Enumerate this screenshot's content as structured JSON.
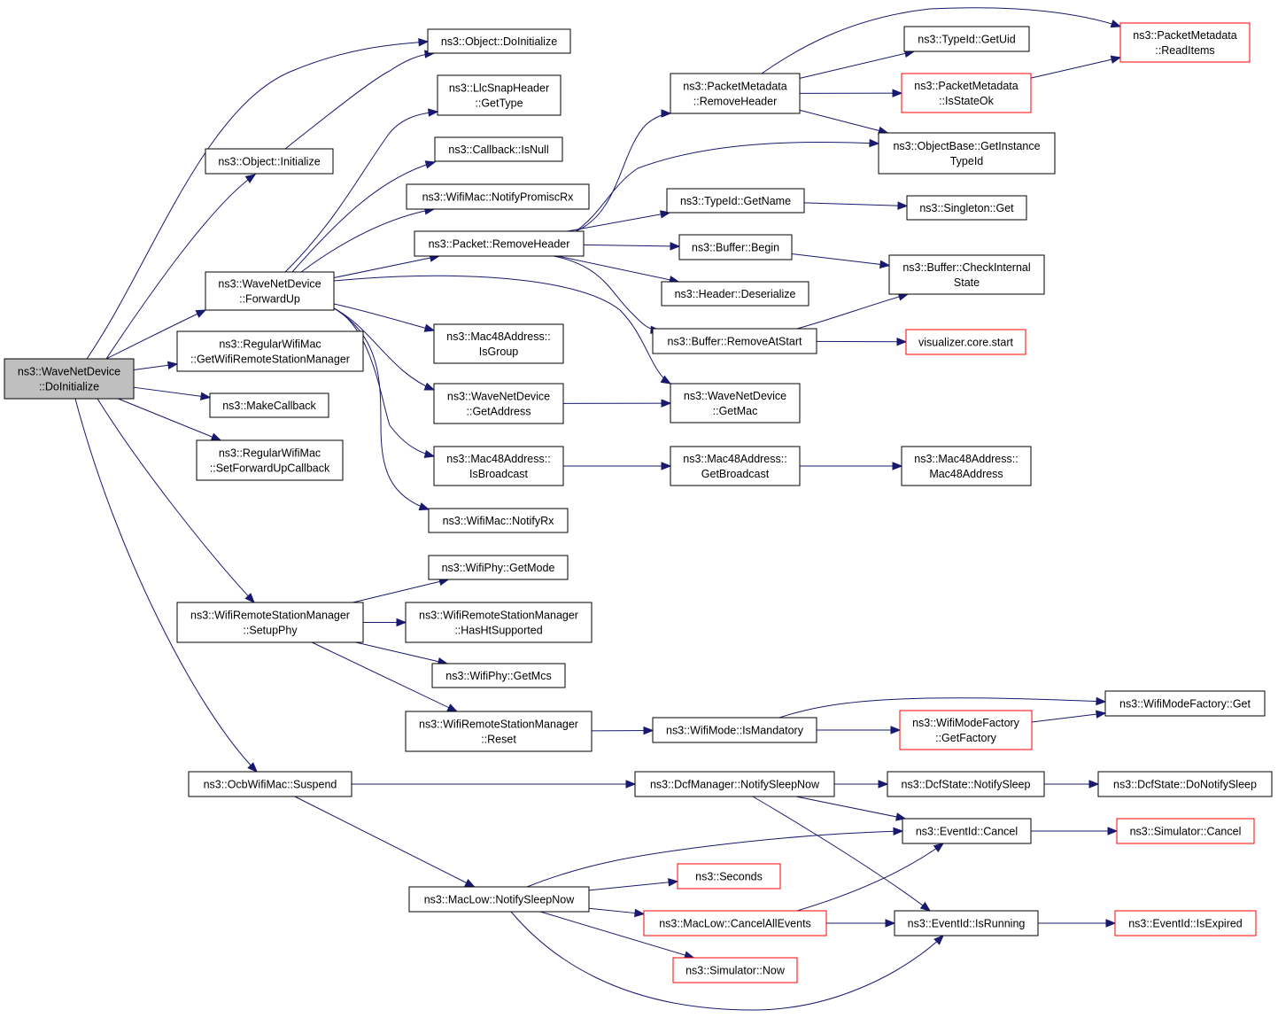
{
  "colors": {
    "edge": "#191970",
    "highlight_border": "#ff0000",
    "root_fill": "#bfbfbf"
  },
  "nodes": [
    {
      "id": "root",
      "lines": [
        "ns3::WaveNetDevice",
        "::DoInitialize"
      ],
      "style": "root"
    },
    {
      "id": "obj_doinit",
      "lines": [
        "ns3::Object::DoInitialize"
      ]
    },
    {
      "id": "obj_init",
      "lines": [
        "ns3::Object::Initialize"
      ]
    },
    {
      "id": "llc_gettype",
      "lines": [
        "ns3::LlcSnapHeader",
        "::GetType"
      ]
    },
    {
      "id": "cb_isnull",
      "lines": [
        "ns3::Callback::IsNull"
      ]
    },
    {
      "id": "wifimac_promisc",
      "lines": [
        "ns3::WifiMac::NotifyPromiscRx"
      ]
    },
    {
      "id": "pkt_removeheader",
      "lines": [
        "ns3::Packet::RemoveHeader"
      ]
    },
    {
      "id": "wnd_forwardup",
      "lines": [
        "ns3::WaveNetDevice",
        "::ForwardUp"
      ]
    },
    {
      "id": "rwm_getwrsm",
      "lines": [
        "ns3::RegularWifiMac",
        "::GetWifiRemoteStationManager"
      ]
    },
    {
      "id": "makecallback",
      "lines": [
        "ns3::MakeCallback"
      ]
    },
    {
      "id": "rwm_setfwd",
      "lines": [
        "ns3::RegularWifiMac",
        "::SetForwardUpCallback"
      ]
    },
    {
      "id": "mac48_isgroup",
      "lines": [
        "ns3::Mac48Address::",
        "IsGroup"
      ]
    },
    {
      "id": "wnd_getaddress",
      "lines": [
        "ns3::WaveNetDevice",
        "::GetAddress"
      ]
    },
    {
      "id": "mac48_isbroadcast",
      "lines": [
        "ns3::Mac48Address::",
        "IsBroadcast"
      ]
    },
    {
      "id": "wifimac_notifyrx",
      "lines": [
        "ns3::WifiMac::NotifyRx"
      ]
    },
    {
      "id": "pm_removeheader",
      "lines": [
        "ns3::PacketMetadata",
        "::RemoveHeader"
      ]
    },
    {
      "id": "typeid_getuid",
      "lines": [
        "ns3::TypeId::GetUid"
      ]
    },
    {
      "id": "pm_readitems",
      "lines": [
        "ns3::PacketMetadata",
        "::ReadItems"
      ],
      "style": "red"
    },
    {
      "id": "pm_isstateok",
      "lines": [
        "ns3::PacketMetadata",
        "::IsStateOk"
      ],
      "style": "red"
    },
    {
      "id": "ob_getinstance",
      "lines": [
        "ns3::ObjectBase::GetInstance",
        "TypeId"
      ]
    },
    {
      "id": "typeid_getname",
      "lines": [
        "ns3::TypeId::GetName"
      ]
    },
    {
      "id": "singleton_get",
      "lines": [
        "ns3::Singleton::Get"
      ]
    },
    {
      "id": "buffer_begin",
      "lines": [
        "ns3::Buffer::Begin"
      ]
    },
    {
      "id": "buffer_check",
      "lines": [
        "ns3::Buffer::CheckInternal",
        "State"
      ]
    },
    {
      "id": "header_deser",
      "lines": [
        "ns3::Header::Deserialize"
      ]
    },
    {
      "id": "buffer_removeatstart",
      "lines": [
        "ns3::Buffer::RemoveAtStart"
      ]
    },
    {
      "id": "viz_start",
      "lines": [
        "visualizer.core.start"
      ],
      "style": "red"
    },
    {
      "id": "wnd_getmac",
      "lines": [
        "ns3::WaveNetDevice",
        "::GetMac"
      ]
    },
    {
      "id": "mac48_getbroadcast",
      "lines": [
        "ns3::Mac48Address::",
        "GetBroadcast"
      ]
    },
    {
      "id": "mac48_ctor",
      "lines": [
        "ns3::Mac48Address::",
        "Mac48Address"
      ]
    },
    {
      "id": "wifiphy_getmode",
      "lines": [
        "ns3::WifiPhy::GetMode"
      ]
    },
    {
      "id": "wrsm_setupphy",
      "lines": [
        "ns3::WifiRemoteStationManager",
        "::SetupPhy"
      ]
    },
    {
      "id": "wrsm_hasht",
      "lines": [
        "ns3::WifiRemoteStationManager",
        "::HasHtSupported"
      ]
    },
    {
      "id": "wifiphy_getmcs",
      "lines": [
        "ns3::WifiPhy::GetMcs"
      ]
    },
    {
      "id": "wrsm_reset",
      "lines": [
        "ns3::WifiRemoteStationManager",
        "::Reset"
      ]
    },
    {
      "id": "wifimode_ismandatory",
      "lines": [
        "ns3::WifiMode::IsMandatory"
      ]
    },
    {
      "id": "wmf_getfactory",
      "lines": [
        "ns3::WifiModeFactory",
        "::GetFactory"
      ],
      "style": "red"
    },
    {
      "id": "wmf_get",
      "lines": [
        "ns3::WifiModeFactory::Get"
      ]
    },
    {
      "id": "ocb_suspend",
      "lines": [
        "ns3::OcbWifiMac::Suspend"
      ]
    },
    {
      "id": "dcfm_sleep",
      "lines": [
        "ns3::DcfManager::NotifySleepNow"
      ]
    },
    {
      "id": "dcfs_notifysleep",
      "lines": [
        "ns3::DcfState::NotifySleep"
      ]
    },
    {
      "id": "dcfs_donotifysleep",
      "lines": [
        "ns3::DcfState::DoNotifySleep"
      ]
    },
    {
      "id": "eventid_cancel",
      "lines": [
        "ns3::EventId::Cancel"
      ]
    },
    {
      "id": "sim_cancel",
      "lines": [
        "ns3::Simulator::Cancel"
      ],
      "style": "red"
    },
    {
      "id": "seconds",
      "lines": [
        "ns3::Seconds"
      ],
      "style": "red"
    },
    {
      "id": "maclow_sleep",
      "lines": [
        "ns3::MacLow::NotifySleepNow"
      ]
    },
    {
      "id": "maclow_cancelall",
      "lines": [
        "ns3::MacLow::CancelAllEvents"
      ],
      "style": "red"
    },
    {
      "id": "eventid_isrunning",
      "lines": [
        "ns3::EventId::IsRunning"
      ]
    },
    {
      "id": "eventid_isexpired",
      "lines": [
        "ns3::EventId::IsExpired"
      ],
      "style": "red"
    },
    {
      "id": "sim_now",
      "lines": [
        "ns3::Simulator::Now"
      ],
      "style": "red"
    }
  ],
  "edges": [
    [
      "root",
      "obj_doinit"
    ],
    [
      "root",
      "obj_init"
    ],
    [
      "root",
      "wnd_forwardup"
    ],
    [
      "root",
      "rwm_getwrsm"
    ],
    [
      "root",
      "makecallback"
    ],
    [
      "root",
      "rwm_setfwd"
    ],
    [
      "root",
      "wrsm_setupphy"
    ],
    [
      "root",
      "ocb_suspend"
    ],
    [
      "obj_init",
      "obj_doinit"
    ],
    [
      "wnd_forwardup",
      "llc_gettype"
    ],
    [
      "wnd_forwardup",
      "cb_isnull"
    ],
    [
      "wnd_forwardup",
      "wifimac_promisc"
    ],
    [
      "wnd_forwardup",
      "pkt_removeheader"
    ],
    [
      "wnd_forwardup",
      "wnd_getmac"
    ],
    [
      "wnd_forwardup",
      "mac48_isgroup"
    ],
    [
      "wnd_forwardup",
      "wnd_getaddress"
    ],
    [
      "wnd_forwardup",
      "mac48_isbroadcast"
    ],
    [
      "wnd_forwardup",
      "wifimac_notifyrx"
    ],
    [
      "pkt_removeheader",
      "pm_removeheader"
    ],
    [
      "pkt_removeheader",
      "ob_getinstance"
    ],
    [
      "pkt_removeheader",
      "typeid_getname"
    ],
    [
      "pkt_removeheader",
      "buffer_begin"
    ],
    [
      "pkt_removeheader",
      "header_deser"
    ],
    [
      "pkt_removeheader",
      "buffer_removeatstart"
    ],
    [
      "pm_removeheader",
      "pm_readitems"
    ],
    [
      "pm_removeheader",
      "typeid_getuid"
    ],
    [
      "pm_removeheader",
      "pm_isstateok"
    ],
    [
      "pm_removeheader",
      "ob_getinstance"
    ],
    [
      "pm_isstateok",
      "pm_readitems"
    ],
    [
      "typeid_getname",
      "singleton_get"
    ],
    [
      "buffer_begin",
      "buffer_check"
    ],
    [
      "buffer_removeatstart",
      "buffer_check"
    ],
    [
      "buffer_removeatstart",
      "viz_start"
    ],
    [
      "wnd_getaddress",
      "wnd_getmac"
    ],
    [
      "mac48_isbroadcast",
      "mac48_getbroadcast"
    ],
    [
      "mac48_getbroadcast",
      "mac48_ctor"
    ],
    [
      "wrsm_setupphy",
      "wifiphy_getmode"
    ],
    [
      "wrsm_setupphy",
      "wrsm_hasht"
    ],
    [
      "wrsm_setupphy",
      "wifiphy_getmcs"
    ],
    [
      "wrsm_setupphy",
      "wrsm_reset"
    ],
    [
      "wrsm_reset",
      "wifimode_ismandatory"
    ],
    [
      "wifimode_ismandatory",
      "wmf_get"
    ],
    [
      "wifimode_ismandatory",
      "wmf_getfactory"
    ],
    [
      "wmf_getfactory",
      "wmf_get"
    ],
    [
      "ocb_suspend",
      "dcfm_sleep"
    ],
    [
      "ocb_suspend",
      "maclow_sleep"
    ],
    [
      "dcfm_sleep",
      "dcfs_notifysleep"
    ],
    [
      "dcfm_sleep",
      "eventid_cancel"
    ],
    [
      "dcfm_sleep",
      "eventid_isrunning"
    ],
    [
      "dcfs_notifysleep",
      "dcfs_donotifysleep"
    ],
    [
      "eventid_cancel",
      "sim_cancel"
    ],
    [
      "maclow_sleep",
      "eventid_cancel"
    ],
    [
      "maclow_sleep",
      "seconds"
    ],
    [
      "maclow_sleep",
      "maclow_cancelall"
    ],
    [
      "maclow_sleep",
      "sim_now"
    ],
    [
      "maclow_sleep",
      "eventid_isrunning"
    ],
    [
      "maclow_cancelall",
      "eventid_cancel"
    ],
    [
      "maclow_cancelall",
      "eventid_isrunning"
    ],
    [
      "eventid_isrunning",
      "eventid_isexpired"
    ]
  ]
}
